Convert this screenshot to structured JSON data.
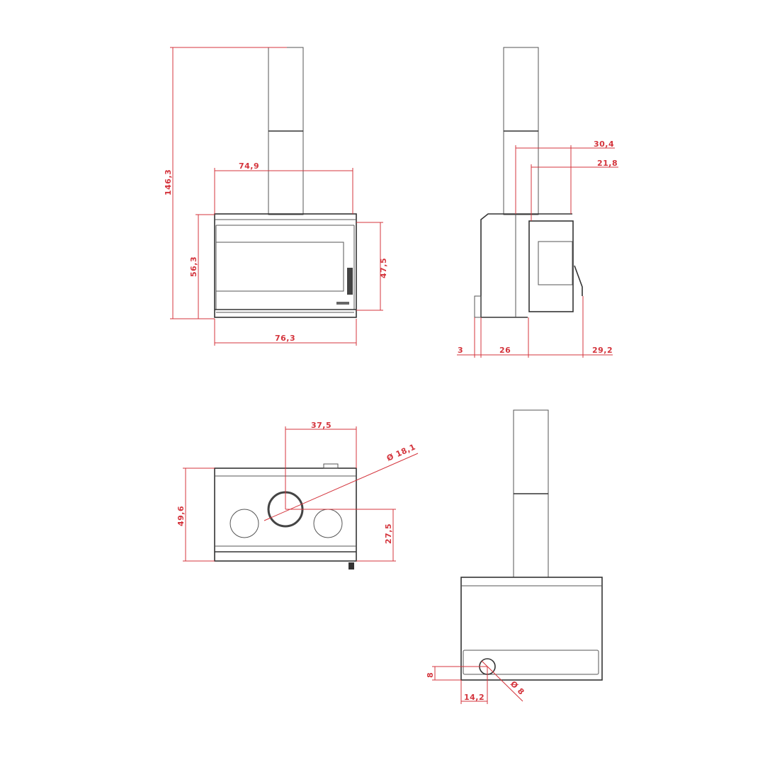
{
  "colors": {
    "dimension": "#d4343c",
    "outline": "#555555",
    "background": "#ffffff"
  },
  "views": {
    "front": {
      "dimensions": {
        "total_height": "146,3",
        "top_width": "74,9",
        "body_height": "56,3",
        "door_height": "47,5",
        "base_width": "76,3"
      }
    },
    "side": {
      "dimensions": {
        "flue_offset_outer": "30,4",
        "flue_offset_inner": "21,8",
        "rear_offset": "3",
        "body_depth": "26",
        "door_depth": "29,2"
      }
    },
    "top": {
      "dimensions": {
        "flue_center_x": "37,5",
        "flue_diameter": "Ø 18,1",
        "total_depth": "49,6",
        "flue_center_y": "27,5"
      }
    },
    "rear": {
      "dimensions": {
        "inlet_height": "8",
        "inlet_offset": "14,2",
        "inlet_diameter": "Ø 8"
      }
    }
  }
}
